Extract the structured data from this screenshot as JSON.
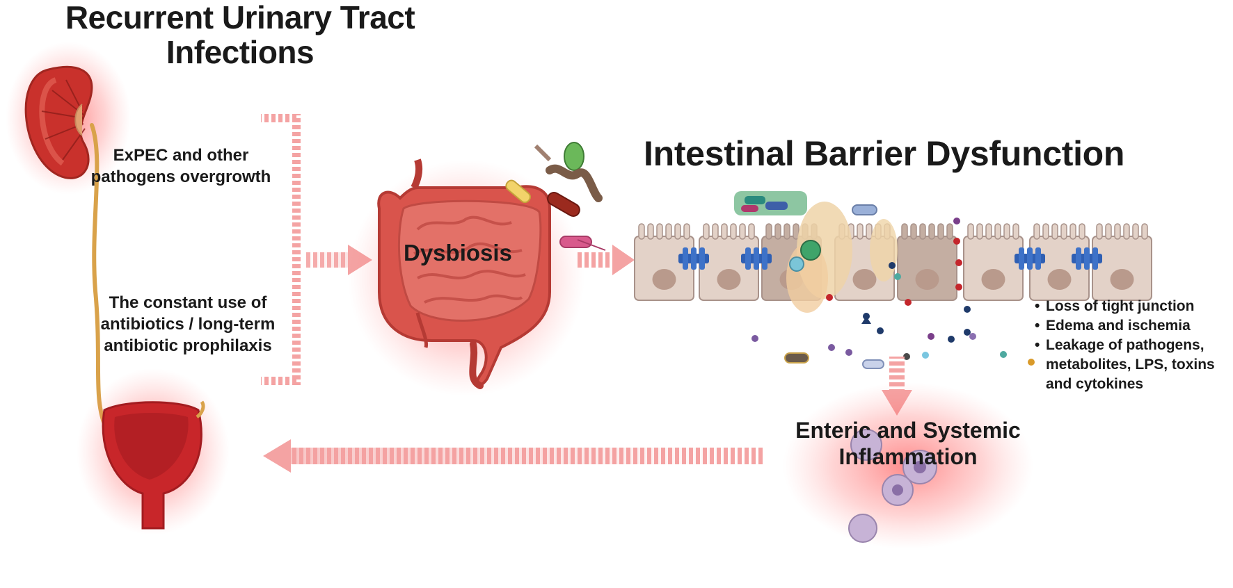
{
  "title_uti": [
    "Recurrent Urinary Tract",
    "Infections"
  ],
  "title_ibd": "Intestinal Barrier Dysfunction",
  "causes": {
    "pathogens": [
      "ExPEC and other",
      "pathogens overgrowth"
    ],
    "antibiotics": [
      "The constant use of",
      "antibiotics / long-term",
      "antibiotic prophilaxis"
    ]
  },
  "dysbiosis": "Dysbiosis",
  "barrier_effects": [
    [
      "Loss of tight junction"
    ],
    [
      "Edema and ischemia"
    ],
    [
      "Leakage of pathogens,",
      "metabolites, LPS, toxins",
      "and cytokines"
    ]
  ],
  "inflammation": [
    "Enteric and Systemic",
    "Inflammation"
  ],
  "colors": {
    "organ_red": "#d63a3a",
    "glow_red": "#ff3b3b",
    "arrow_pink": "#f4a3a3",
    "cell_fill": "#e3d2c8",
    "cell_dark": "#c4aea2",
    "tight_junction": "#2f5fb3",
    "text": "#1a1a1a"
  },
  "icons": [
    "kidney-icon",
    "ureter-icon",
    "bladder-icon",
    "intestine-icon",
    "bacteria-icon",
    "epithelial-cell-icon",
    "tight-junction-icon",
    "immune-cell-icon"
  ]
}
